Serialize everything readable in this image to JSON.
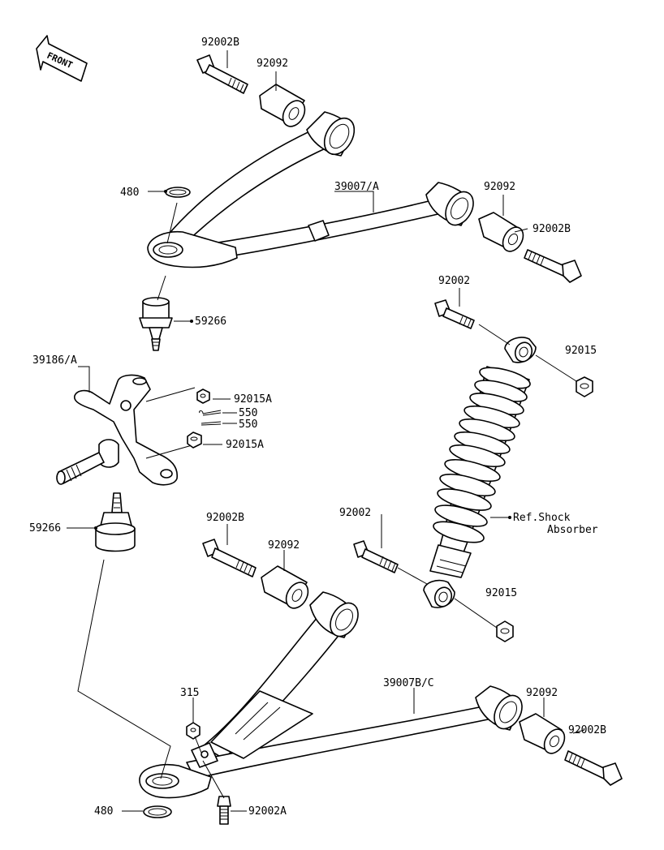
{
  "diagram": {
    "front_marker": "FRONT",
    "labels": {
      "upper_bolt_top": "92002B",
      "upper_bushing_top": "92092",
      "upper_circlip": "480",
      "upper_arm": "39007/A",
      "upper_bushing_right": "92092",
      "upper_bolt_right": "92002B",
      "upper_balljoint": "59266",
      "knuckle": "39186/A",
      "nut_upper": "92015A",
      "cotter_pin_1": "550",
      "cotter_pin_2": "550",
      "nut_lower": "92015A",
      "lower_balljoint": "59266",
      "shock_bolt_top": "92002",
      "shock_nut_top": "92015",
      "shock_ref_line1": "Ref.Shock",
      "shock_ref_line2": "Absorber",
      "shock_bolt_bottom": "92002",
      "shock_nut_bottom": "92015",
      "lower_bolt_left": "92002B",
      "lower_bushing_left": "92092",
      "lower_nut_small": "315",
      "lower_arm": "39007B/C",
      "lower_bushing_right": "92092",
      "lower_bolt_right": "92002B",
      "lower_circlip": "480",
      "lower_bolt_bottom": "92002A"
    },
    "line_color": "#000000",
    "background_color": "#ffffff"
  }
}
